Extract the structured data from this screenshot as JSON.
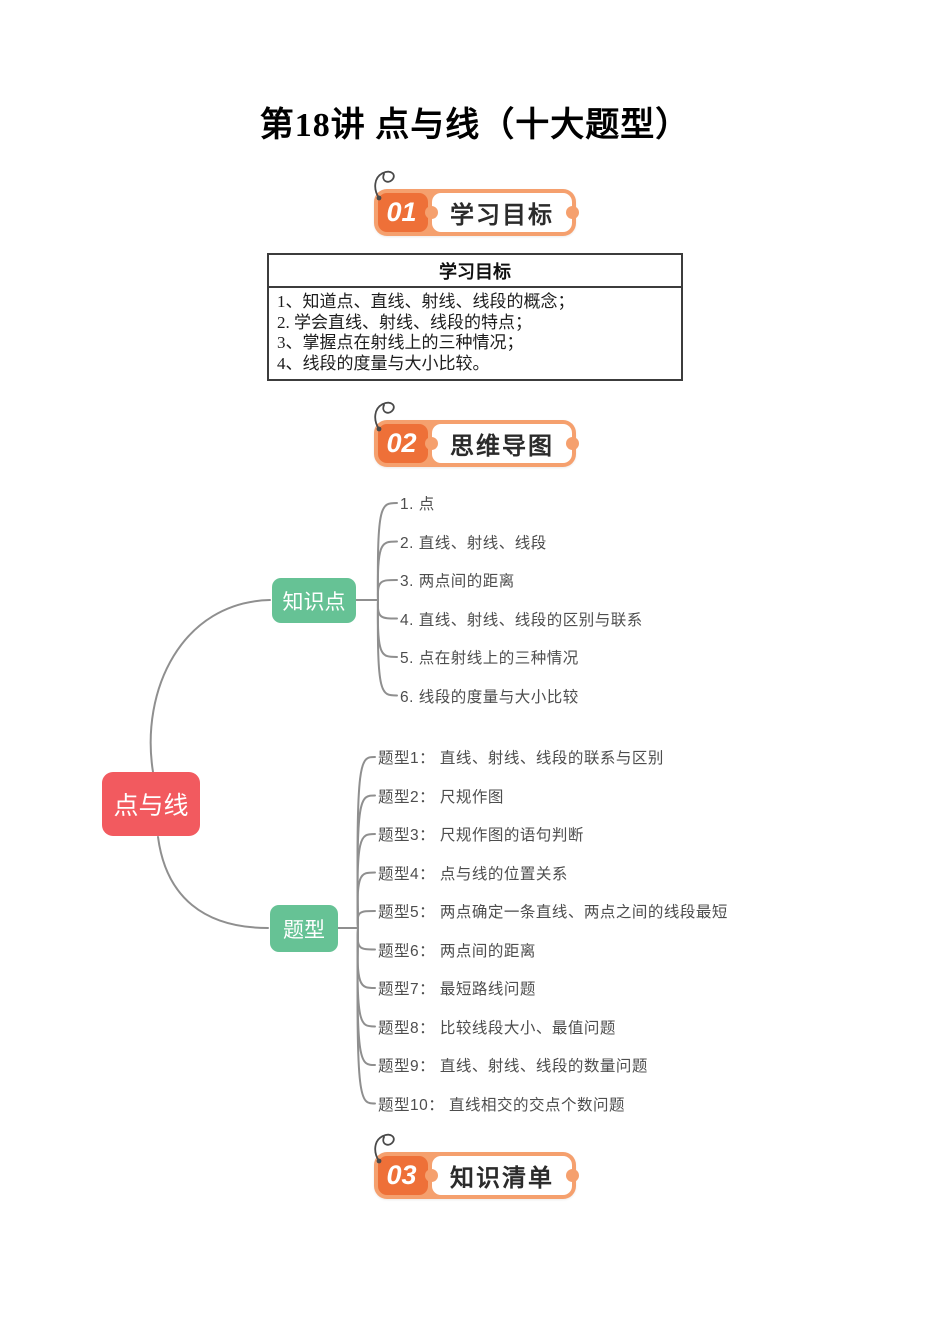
{
  "document": {
    "title": "第18讲 点与线（十大题型）"
  },
  "section_badges": [
    {
      "number": "01",
      "label": "学习目标"
    },
    {
      "number": "02",
      "label": "思维导图"
    },
    {
      "number": "03",
      "label": "知识清单"
    }
  ],
  "objectives_table": {
    "header": "学习目标",
    "rows": [
      "1、知道点、直线、射线、线段的概念；",
      "2. 学会直线、射线、线段的特点；",
      "3、掌握点在射线上的三种情况；",
      "4、线段的度量与大小比较。"
    ]
  },
  "mindmap": {
    "root": {
      "label": "点与线",
      "color": "#F25A5F"
    },
    "knowledge": {
      "label": "知识点",
      "color": "#66C295",
      "items": [
        "1. 点",
        "2. 直线、射线、线段",
        "3. 两点间的距离",
        "4. 直线、射线、线段的区别与联系",
        "5. 点在射线上的三种情况",
        "6. 线段的度量与大小比较"
      ]
    },
    "types": {
      "label": "题型",
      "color": "#66C295",
      "items": [
        "题型1： 直线、射线、线段的联系与区别",
        "题型2： 尺规作图",
        "题型3： 尺规作图的语句判断",
        "题型4： 点与线的位置关系",
        "题型5： 两点确定一条直线、两点之间的线段最短",
        "题型6： 两点间的距离",
        "题型7： 最短路线问题",
        "题型8： 比较线段大小、最值问题",
        "题型9： 直线、射线、线段的数量问题",
        "题型10： 直线相交的交点个数问题"
      ]
    }
  },
  "colors": {
    "badge_outer_orange": "#F5A06E",
    "badge_number_orange": "#EE7038",
    "root_red": "#F25A5F",
    "node_green": "#66C295",
    "connector_gray": "#8f8f8f",
    "body_text_gray": "#4d4d4d"
  }
}
